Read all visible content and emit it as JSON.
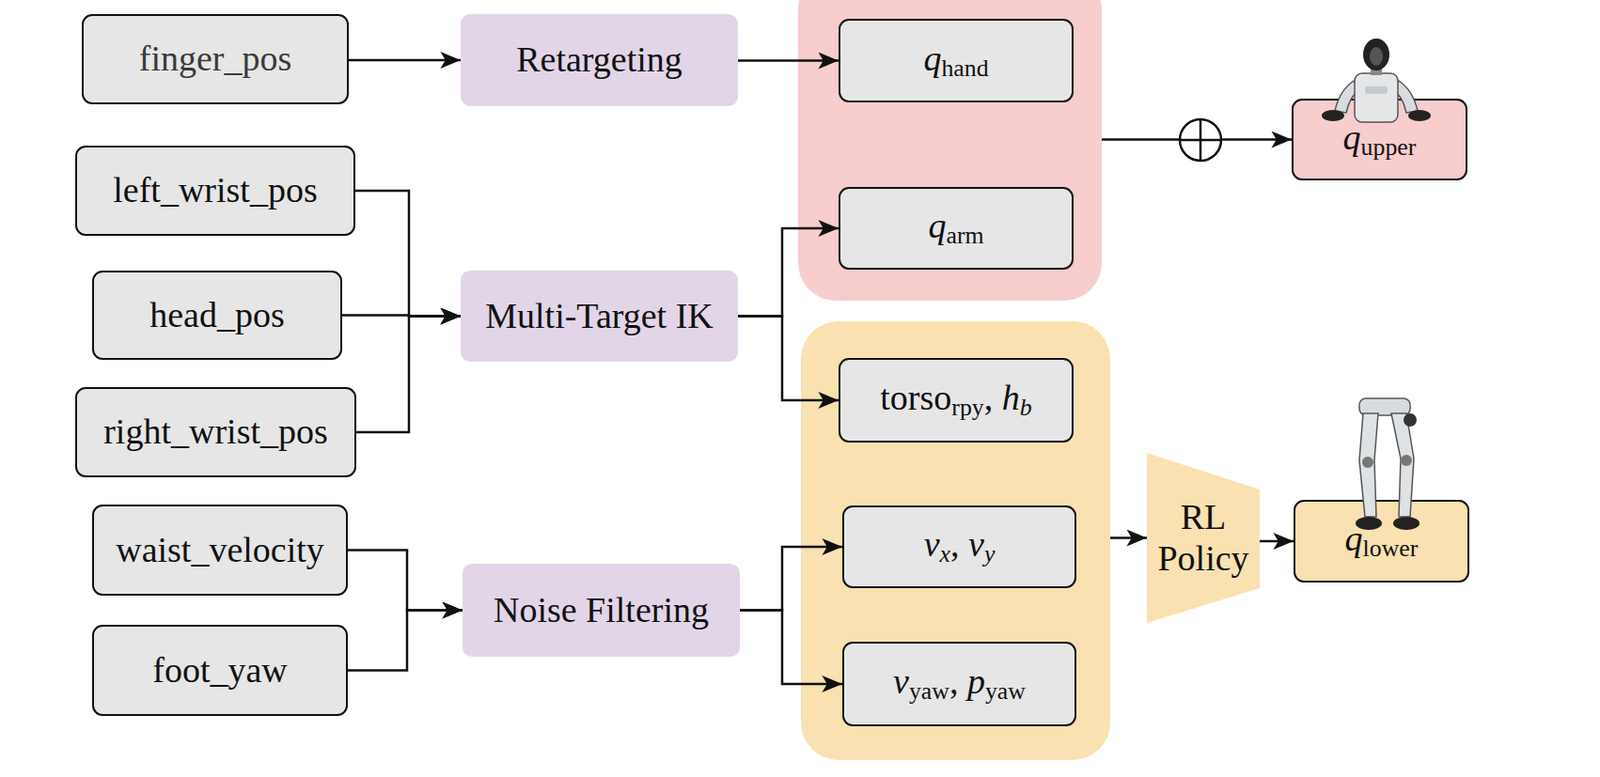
{
  "diagram": {
    "nodes": [
      {
        "text": [
          "finger_pos"
        ]
      },
      {
        "text": [
          "Retargeting"
        ]
      },
      {
        "text": []
      },
      {
        "text": [
          "qhand"
        ],
        "in": 2
      },
      {
        "text": [
          "qarm"
        ],
        "in": 2
      },
      {
        "text": [
          "qupper"
        ]
      },
      {
        "text": [
          "left_wrist_pos"
        ]
      },
      {
        "text": [
          "head_pos"
        ]
      },
      {
        "text": [
          "right_wrist_pos"
        ]
      },
      {
        "text": [
          "Multi-Target IK"
        ]
      },
      {
        "text": []
      },
      {
        "text": [
          "torsorpy, hb"
        ],
        "in": 10
      },
      {
        "text": [
          "vx, vy"
        ],
        "in": 10
      },
      {
        "text": [
          "vyaw, pyaw"
        ],
        "in": 10
      },
      {
        "text": [
          "RL Policy"
        ]
      },
      {
        "text": [
          "qlower"
        ]
      },
      {
        "text": [
          "waist_velocity"
        ]
      },
      {
        "text": [
          "foot_yaw"
        ]
      },
      {
        "text": [
          "Noise Filtering"
        ]
      }
    ],
    "edges": [
      {
        "from": 0,
        "to": 1,
        "arrow": "to"
      },
      {
        "from": 1,
        "to": 3,
        "arrow": "to"
      },
      {
        "from": 6,
        "to": 9,
        "arrow": "to"
      },
      {
        "from": 7,
        "to": 9,
        "arrow": "to"
      },
      {
        "from": 8,
        "to": 9,
        "arrow": "to"
      },
      {
        "from": 9,
        "to": 4,
        "arrow": "to"
      },
      {
        "from": 9,
        "to": 11,
        "arrow": "to"
      },
      {
        "from": 2,
        "to": 5,
        "arrow": "to"
      },
      {
        "from": 16,
        "to": 18,
        "arrow": "to"
      },
      {
        "from": 17,
        "to": 18,
        "arrow": "to"
      },
      {
        "from": 18,
        "to": 12,
        "arrow": "to"
      },
      {
        "from": 18,
        "to": 13,
        "arrow": "to"
      },
      {
        "from": 10,
        "to": 14,
        "arrow": "to"
      },
      {
        "from": 14,
        "to": 15,
        "arrow": "to"
      }
    ]
  }
}
